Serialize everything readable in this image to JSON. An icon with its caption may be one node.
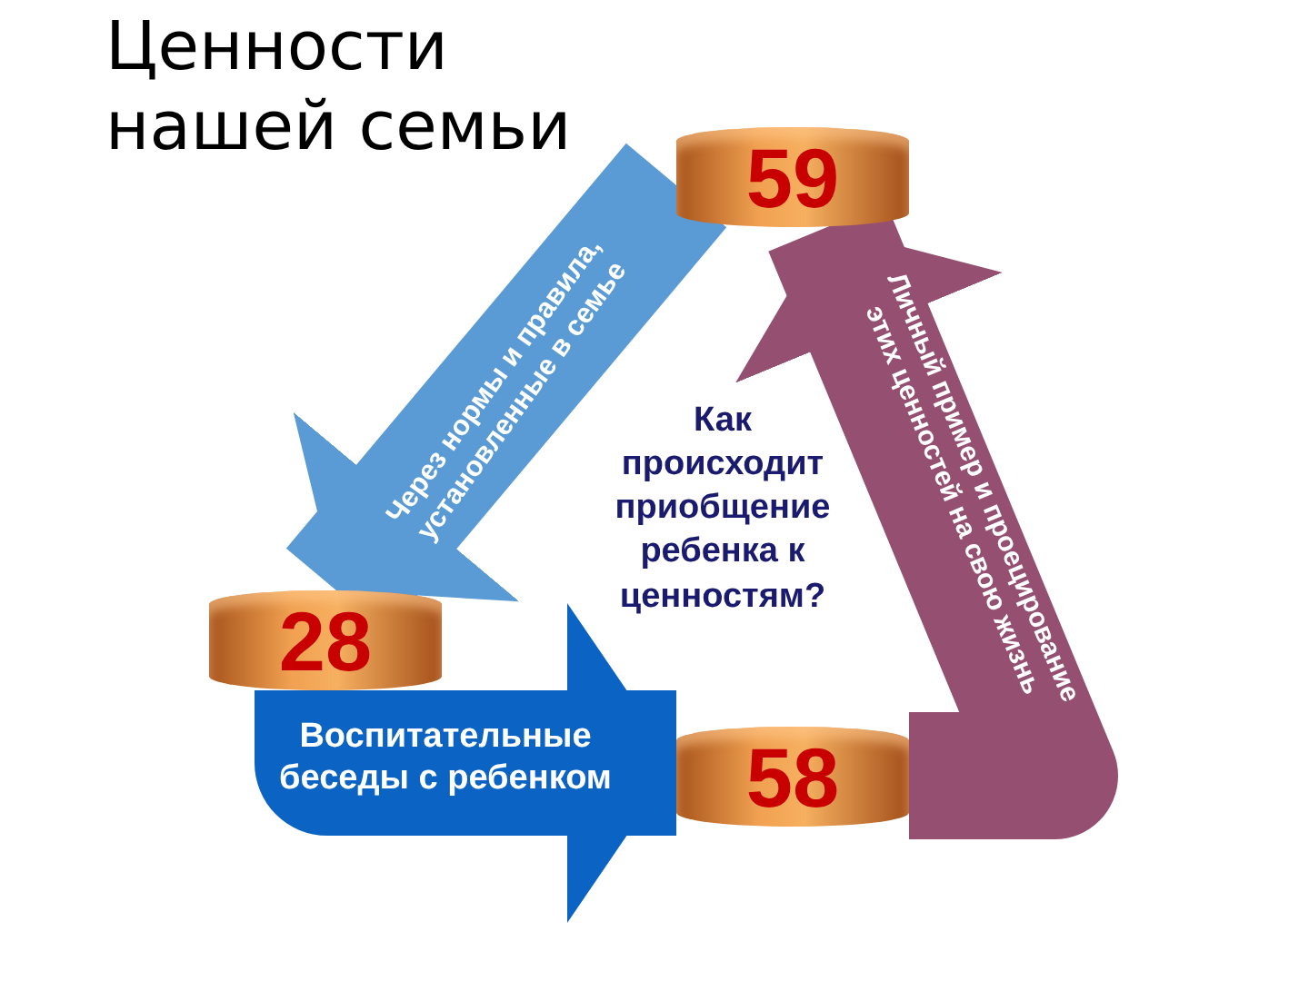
{
  "diagram": {
    "title": "Ценности нашей семьи",
    "nodes": [
      {
        "text": [
          "28"
        ]
      },
      {
        "text": [
          "59"
        ]
      },
      {
        "text": [
          "58"
        ]
      }
    ],
    "edges": [
      {
        "from": 0,
        "to": 2,
        "arrow": "to",
        "color": "#0b63c4",
        "label": "Воспитательные беседы с ребенком"
      },
      {
        "from": 1,
        "to": 0,
        "arrow": "to",
        "color": "#5b9bd5",
        "label": "Через нормы и правила, установленные в семье"
      },
      {
        "from": 2,
        "to": 1,
        "arrow": "to",
        "color": "#944f71",
        "label": "Личный пример и проецирование этих ценностей на свою жизнь"
      }
    ],
    "labels": [
      "Как происходит приобщение ребенка к ценностям?"
    ]
  }
}
